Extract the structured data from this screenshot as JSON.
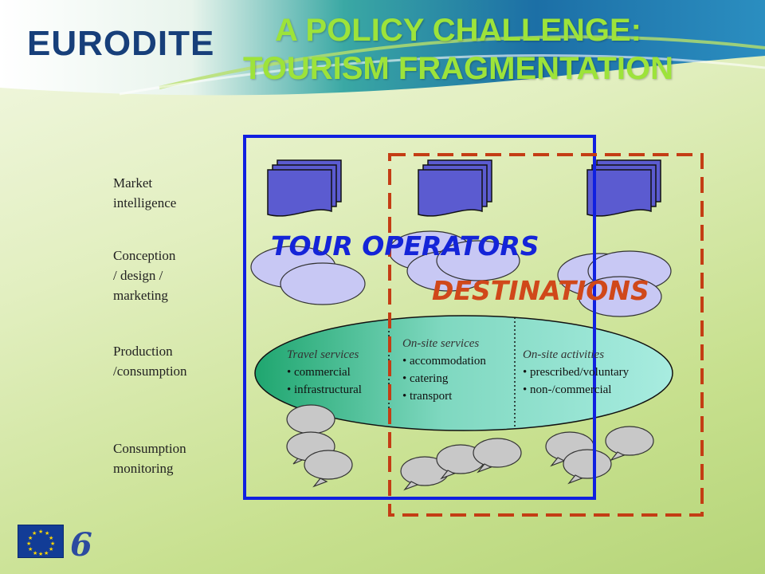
{
  "header": {
    "logo_text": "EURODITE",
    "title_line1": "A POLICY CHALLENGE:",
    "title_line2": "TOURISM FRAGMENTATION"
  },
  "stages": [
    {
      "line1": "Market",
      "line2": "intelligence",
      "line3": ""
    },
    {
      "line1": "Conception",
      "line2": "/ design /",
      "line3": "marketing"
    },
    {
      "line1": "Production",
      "line2": "/consumption",
      "line3": ""
    },
    {
      "line1": "Consumption",
      "line2": "monitoring",
      "line3": ""
    }
  ],
  "boxes": {
    "tour_operators_label": "TOUR OPERATORS",
    "destinations_label": "DESTINATIONS",
    "tour_operators_color": "#1020e0",
    "destinations_color": "#c43d14"
  },
  "production": {
    "groups": [
      {
        "heading": "Travel services",
        "items": [
          "commercial",
          "infrastructural"
        ]
      },
      {
        "heading": "On-site services",
        "items": [
          "accommodation",
          "catering",
          "transport"
        ]
      },
      {
        "heading": "On-site activities",
        "items": [
          "prescribed/voluntary",
          "non-/commercial"
        ]
      }
    ]
  },
  "footer": {
    "fp6_mark": "6"
  }
}
